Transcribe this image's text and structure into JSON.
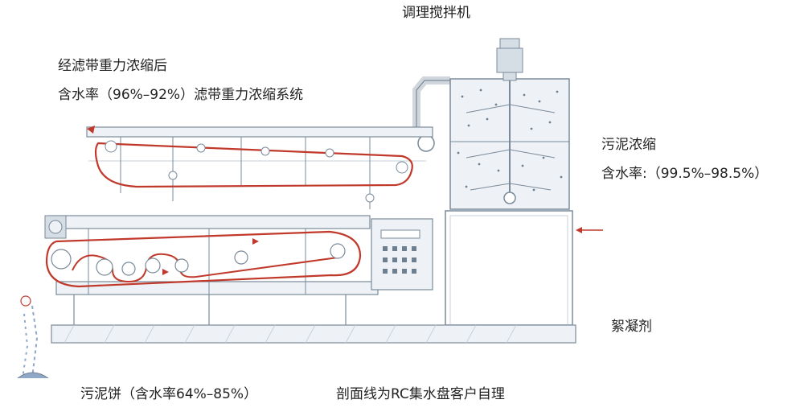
{
  "labels": {
    "mixer": "调理搅拌机",
    "prethick_line1": "经滤带重力浓缩后",
    "prethick_line2": "含水率（96%–92%）滤带重力浓缩系统",
    "sludge_thick": "污泥浓缩",
    "sludge_thick_water": "含水率:（99.5%–98.5%）",
    "flocculant": "絮凝剂",
    "cake": "污泥饼（含水率64%–85%）",
    "hatch_note": "剖面线为RC集水盘客户自理"
  },
  "colors": {
    "line": "#7a8a9a",
    "frame": "#c7d1db",
    "belt": "#c0392b",
    "tank_dots": "#6e7f8f",
    "water": "#8fa8c8",
    "text": "#222222"
  }
}
